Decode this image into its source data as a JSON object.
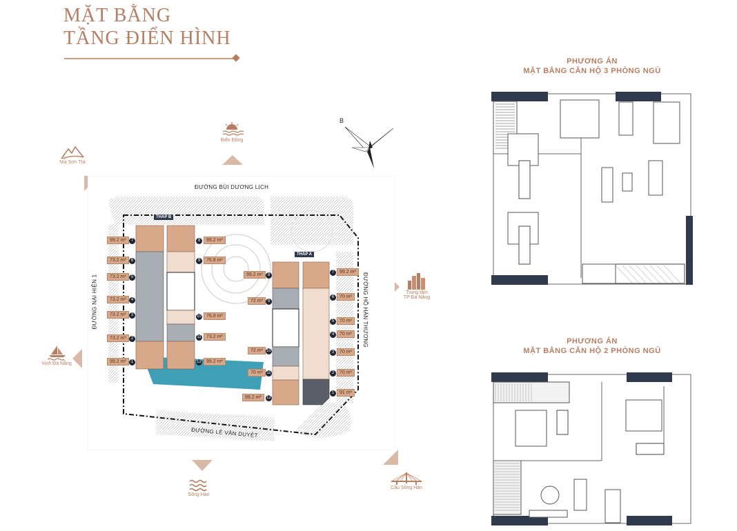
{
  "header": {
    "title_line1": "MẶT BẰNG",
    "title_line2": "TẦNG ĐIỂN HÌNH"
  },
  "colors": {
    "accent": "#b67e62",
    "unit_large": "#d7a98a",
    "unit_medium": "#a9adb4",
    "unit_light": "#f0ddd0",
    "pool": "#3f9fb4",
    "wall_dark": "#2f3a4d"
  },
  "compass": {
    "label": "B"
  },
  "landmarks": {
    "nui_son_tra": {
      "label": "Núi Sơn Trà",
      "icon": "mountain-icon"
    },
    "bien_dong": {
      "label": "Biển Đông",
      "icon": "sunset-sea-icon"
    },
    "trung_tam": {
      "label_line1": "Trung tâm",
      "label_line2": "TP Đà Nẵng",
      "icon": "city-buildings-icon"
    },
    "vinh_da_nang": {
      "label": "Vịnh Đà Nẵng",
      "icon": "sailboat-icon"
    },
    "song_han": {
      "label": "Sông Hàn",
      "icon": "waves-icon"
    },
    "cau_song_han": {
      "label": "Cầu Sông Hàn",
      "icon": "bridge-icon"
    }
  },
  "roads": {
    "north": "ĐƯỜNG BÙI DƯƠNG LỊCH",
    "west": "ĐƯỜNG NẠI HIÊN 1",
    "east": "ĐƯỜNG HỒ HÁN THƯƠNG",
    "south": "ĐƯỜNG LÊ VĂN DUYỆT"
  },
  "towers": {
    "b": {
      "label": "THÁP B",
      "units": [
        {
          "no": "1",
          "area": "99.2 m²"
        },
        {
          "no": "2",
          "area": "73.2 m²"
        },
        {
          "no": "3",
          "area": "73.2 m²"
        },
        {
          "no": "4",
          "area": "73.2 m²"
        },
        {
          "no": "5",
          "area": "73.2 m²"
        },
        {
          "no": "6",
          "area": "73.2 m²"
        },
        {
          "no": "7",
          "area": "99.2 m²"
        },
        {
          "no": "8",
          "area": "99.2 m²"
        },
        {
          "no": "9",
          "area": "76.8 m²"
        },
        {
          "no": "10",
          "area": "76.8 m²"
        },
        {
          "no": "11",
          "area": "73.2 m²"
        },
        {
          "no": "12",
          "area": "99.2 m²"
        }
      ]
    },
    "a": {
      "label": "THÁP A",
      "units": [
        {
          "no": "1",
          "area": "91 m²"
        },
        {
          "no": "2",
          "area": "70 m²"
        },
        {
          "no": "3",
          "area": "70 m²"
        },
        {
          "no": "4",
          "area": "70 m²"
        },
        {
          "no": "5",
          "area": "70 m²"
        },
        {
          "no": "6",
          "area": "70 m²"
        },
        {
          "no": "7",
          "area": "99.2 m²"
        },
        {
          "no": "8",
          "area": "99.2 m²"
        },
        {
          "no": "9",
          "area": "72 m²"
        },
        {
          "no": "10",
          "area": "72 m²"
        },
        {
          "no": "11",
          "area": "70 m²"
        },
        {
          "no": "12",
          "area": "99.2 m²"
        }
      ]
    }
  },
  "plans": {
    "three_bed": {
      "heading_line1": "PHƯƠNG ÁN",
      "heading_line2": "MẶT BẰNG CĂN HỘ 3 PHÒNG NGỦ"
    },
    "two_bed": {
      "heading_line1": "PHƯƠNG ÁN",
      "heading_line2": "MẶT BẰNG CĂN HỘ 2 PHÒNG NGỦ"
    }
  }
}
